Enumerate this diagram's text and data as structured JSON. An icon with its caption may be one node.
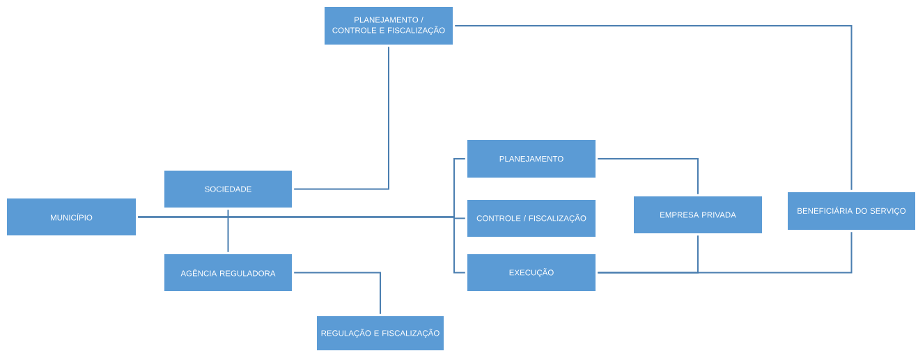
{
  "diagram": {
    "nodes": [
      {
        "text": [
          "PLANEJAMENTO / CONTROLE E FISCALIZAÇÃO"
        ]
      },
      {
        "text": [
          "SOCIEDADE"
        ]
      },
      {
        "text": [
          "MUNICÍPIO"
        ]
      },
      {
        "text": [
          "PLANEJAMENTO"
        ]
      },
      {
        "text": [
          "CONTROLE / FISCALIZAÇÃO"
        ]
      },
      {
        "text": [
          "EMPRESA PRIVADA"
        ]
      },
      {
        "text": [
          "BENEFICIÁRIA DO SERVIÇO"
        ]
      },
      {
        "text": [
          "AGÊNCIA REGULADORA"
        ]
      },
      {
        "text": [
          "EXECUÇÃO"
        ]
      },
      {
        "text": [
          "REGULAÇÃO E FISCALIZAÇÃO"
        ]
      }
    ],
    "edges": [
      {
        "from": 1,
        "to": 0,
        "arrow": "none"
      },
      {
        "from": 0,
        "to": 6,
        "arrow": "none"
      },
      {
        "from": 2,
        "to": 3,
        "arrow": "none"
      },
      {
        "from": 2,
        "to": 4,
        "arrow": "none"
      },
      {
        "from": 2,
        "to": 8,
        "arrow": "none"
      },
      {
        "from": 1,
        "to": 7,
        "arrow": "none"
      },
      {
        "from": 7,
        "to": 9,
        "arrow": "none"
      },
      {
        "from": 3,
        "to": 5,
        "arrow": "none"
      },
      {
        "from": 8,
        "to": 5,
        "arrow": "none"
      },
      {
        "from": 8,
        "to": 6,
        "arrow": "none"
      }
    ]
  }
}
